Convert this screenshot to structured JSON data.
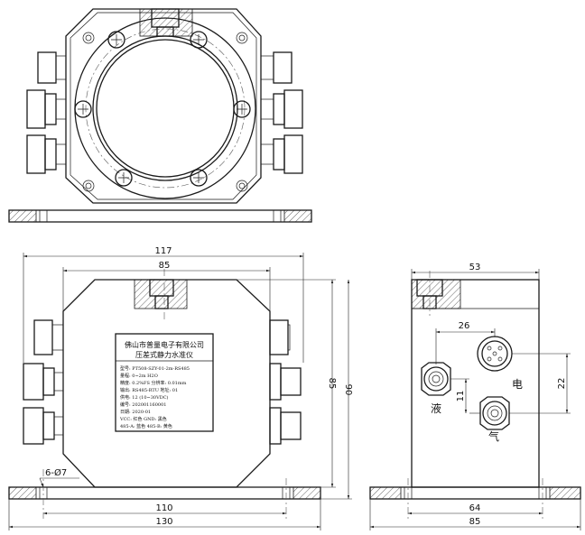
{
  "dimensions": {
    "front_overall_width": "117",
    "front_body_width": "85",
    "height_body": "85",
    "height_total": "90",
    "hole_callout": "6-Ø7",
    "hole_spacing": "110",
    "base_width": "130",
    "side_top_width": "53",
    "port_spacing_h": "26",
    "port_spacing_v": "22",
    "port_offset": "11",
    "side_hole_spacing": "64",
    "side_base_width": "85"
  },
  "ports": {
    "liquid": "液",
    "electric": "电",
    "gas": "气"
  },
  "nameplate": {
    "company": "佛山市普量电子有限公司",
    "product": "压差式静力水准仪",
    "lines": [
      "型号: PT508-SZY-01-2m-RS485",
      "量程: 0~2m H2O",
      "精度: 0.2%FS        分辨率: 0.01mm",
      "输出: RS485-RTU      地址: 01",
      "供电: 12 (10~30VDC)",
      "编号: 202001160001",
      "日期: 2020-01",
      "VCC: 红色          GND: 黑色",
      "485-A: 蓝色        485-B: 黄色"
    ]
  }
}
